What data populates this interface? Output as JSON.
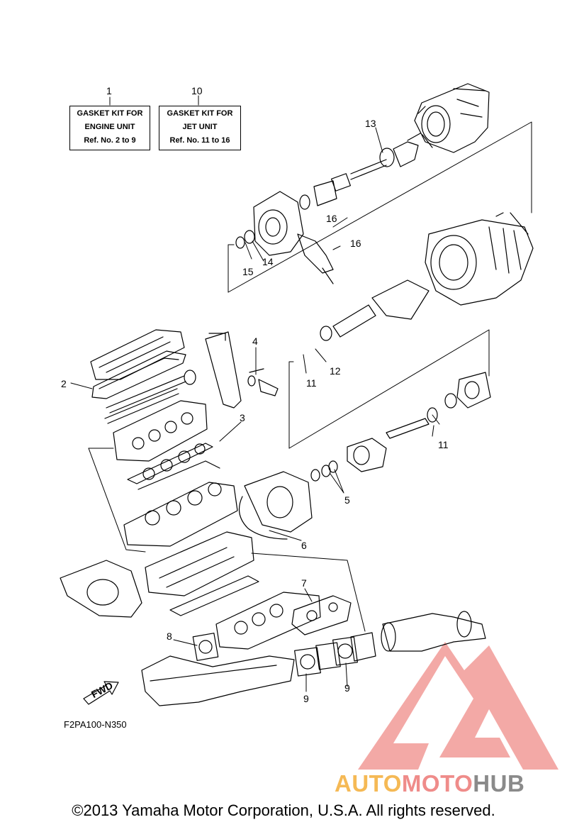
{
  "kit_boxes": [
    {
      "number": "1",
      "line1": "GASKET KIT FOR",
      "line2": "ENGINE UNIT",
      "line3": "Ref. No. 2 to 9"
    },
    {
      "number": "10",
      "line1": "GASKET KIT FOR",
      "line2": "JET UNIT",
      "line3": "Ref. No. 11 to 16"
    }
  ],
  "callouts": {
    "c2": "2",
    "c3": "3",
    "c4": "4",
    "c5": "5",
    "c6": "6",
    "c7": "7",
    "c8": "8",
    "c9a": "9",
    "c9b": "9",
    "c11a": "11",
    "c11b": "11",
    "c12": "12",
    "c13": "13",
    "c14": "14",
    "c15": "15",
    "c16a": "16",
    "c16b": "16"
  },
  "fwd_label": "FWD",
  "diagram_code": "F2PA100-N350",
  "copyright": "©2013 Yamaha Motor Corporation, U.S.A. All rights reserved.",
  "watermark": {
    "part1": "AUTO",
    "part2": "MOTO",
    "part3": "HUB"
  },
  "colors": {
    "watermark_orange": "#f5b955",
    "watermark_red": "#ef8c8a",
    "watermark_gray": "#8a8a8a",
    "logo_fill": "#f19a96"
  }
}
